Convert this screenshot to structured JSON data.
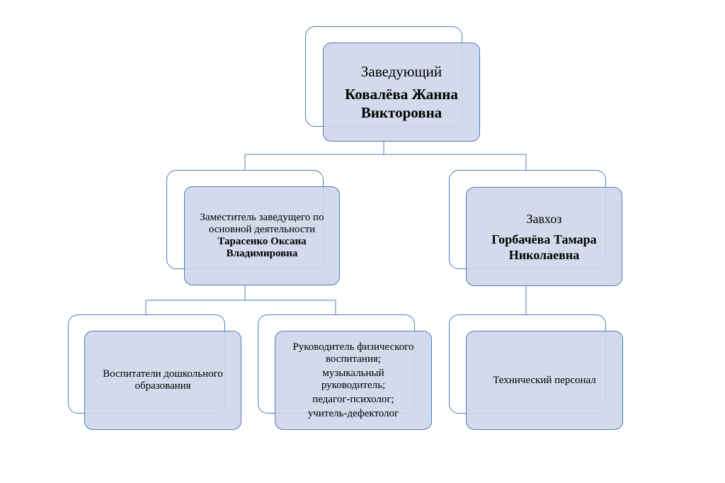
{
  "org_chart": {
    "head": {
      "title": "Заведующий",
      "name": "Ковалёва Жанна Викторовна"
    },
    "deputy": {
      "title": "Заместитель заведущего по основной деятельности",
      "name": "Тарасенко Оксана Владимировна"
    },
    "supply_manager": {
      "title": "Завхоз",
      "name": "Горбачёва Тамара Николаевна"
    },
    "educators": {
      "title": "Воспитатели дошкольного образования"
    },
    "specialists": {
      "lines": [
        "Руководитель физического воспитания;",
        "музыкальный руководитель;",
        "педагог-психолог;",
        "учитель-дефектолог"
      ]
    },
    "technical_staff": {
      "title": "Технический персонал"
    }
  },
  "colors": {
    "box_fill": "#ced7ea",
    "border": "#4a7ebb",
    "connector": "#4a7ebb"
  }
}
